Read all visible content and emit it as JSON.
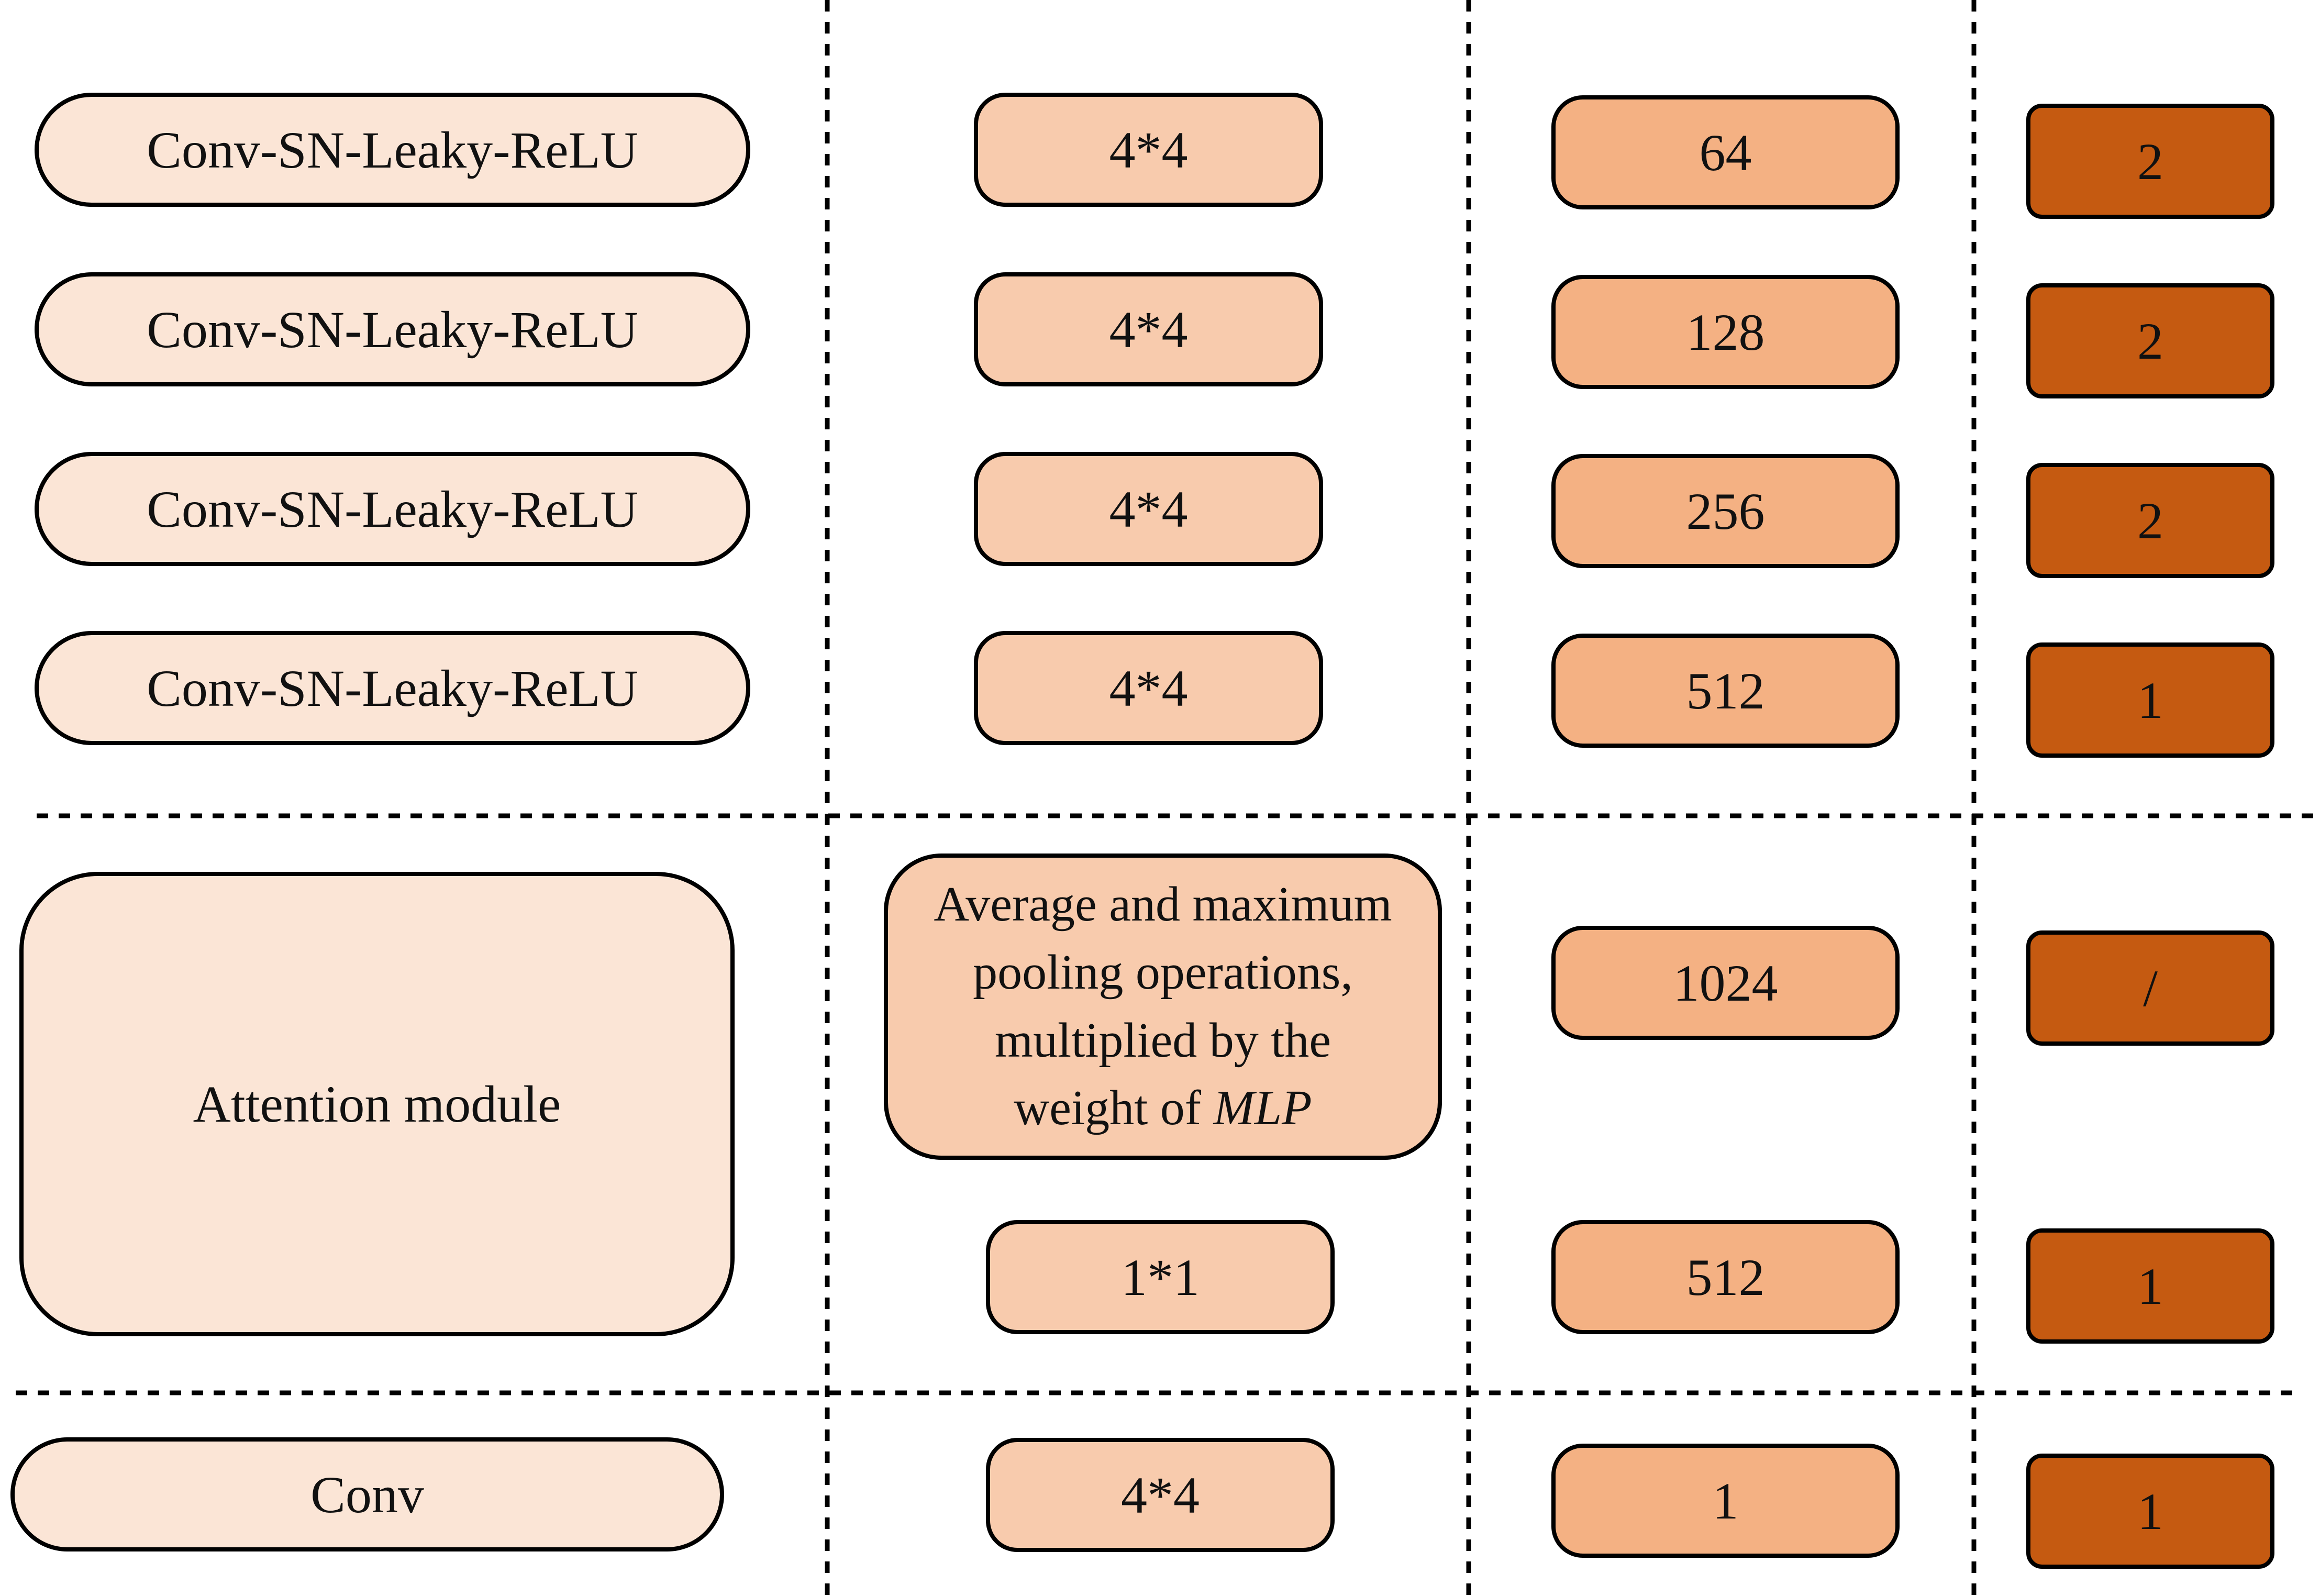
{
  "layers": {
    "conv1": "Conv-SN-Leaky-ReLU",
    "conv2": "Conv-SN-Leaky-ReLU",
    "conv3": "Conv-SN-Leaky-ReLU",
    "conv4": "Conv-SN-Leaky-ReLU",
    "attention": "Attention module",
    "final": "Conv"
  },
  "kernels": {
    "k1": "4*4",
    "k2": "4*4",
    "k3": "4*4",
    "k4": "4*4",
    "pool_line1": "Average and maximum",
    "pool_line2": "pooling operations,",
    "pool_line3": "multiplied by the",
    "pool_line4_prefix": "weight of ",
    "pool_line4_italic": "MLP",
    "k_attn": "1*1",
    "k_final": "4*4"
  },
  "channels": {
    "ch1": "64",
    "ch2": "128",
    "ch3": "256",
    "ch4": "512",
    "ch_pool": "1024",
    "ch_attn": "512",
    "ch_final": "1"
  },
  "strides": {
    "s1": "2",
    "s2": "2",
    "s3": "2",
    "s4": "1",
    "s_pool": "/",
    "s_attn": "1",
    "s_final": "1"
  },
  "colors": {
    "layer_fill": "#fbe5d6",
    "kernel_fill": "#f8cbad",
    "channel_fill": "#f4b183",
    "stride_fill": "#c55a11"
  }
}
